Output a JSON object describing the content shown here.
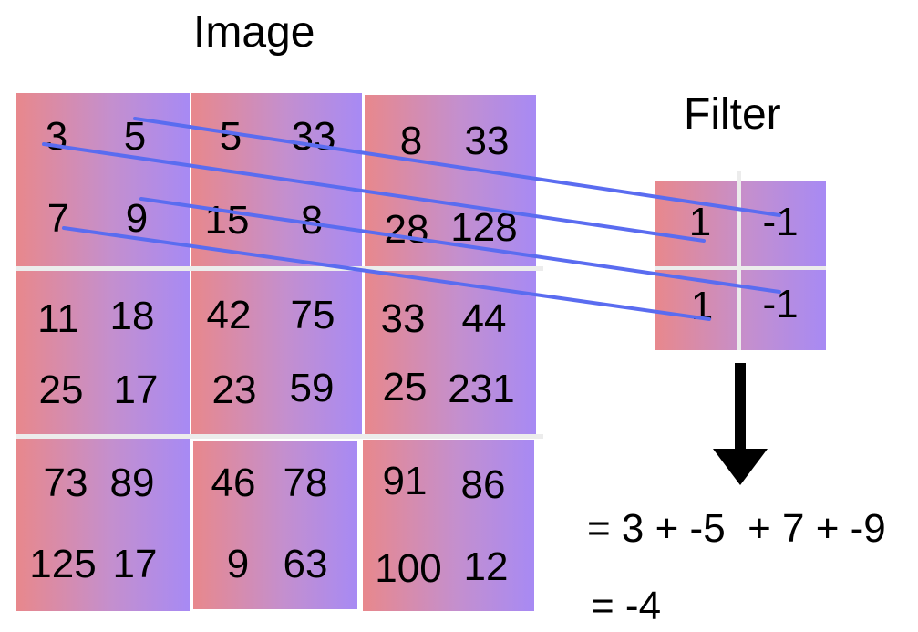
{
  "image_title": "Image",
  "filter_title": "Filter",
  "image_blocks": [
    {
      "values": [
        "3",
        "5",
        "7",
        "9"
      ]
    },
    {
      "values": [
        "5",
        "33",
        "15",
        "8"
      ]
    },
    {
      "values": [
        "8",
        "33",
        "28",
        "128"
      ]
    },
    {
      "values": [
        "11",
        "18",
        "25",
        "17"
      ]
    },
    {
      "values": [
        "42",
        "75",
        "23",
        "59"
      ]
    },
    {
      "values": [
        "33",
        "44",
        "25",
        "231"
      ]
    },
    {
      "values": [
        "73",
        "89",
        "125",
        "17"
      ]
    },
    {
      "values": [
        "46",
        "78",
        "9",
        "63"
      ]
    },
    {
      "values": [
        "91",
        "86",
        "100",
        "12"
      ]
    }
  ],
  "filter_values": [
    "1",
    "-1",
    "1",
    "-1"
  ],
  "equation": {
    "line1": "= 3 + -5  + 7 + -9",
    "line2": "= -4"
  },
  "colors": {
    "cell_left": "#e8888c",
    "cell_right": "#a78af4",
    "connector": "#5a6cf0",
    "arrow": "#000000"
  }
}
